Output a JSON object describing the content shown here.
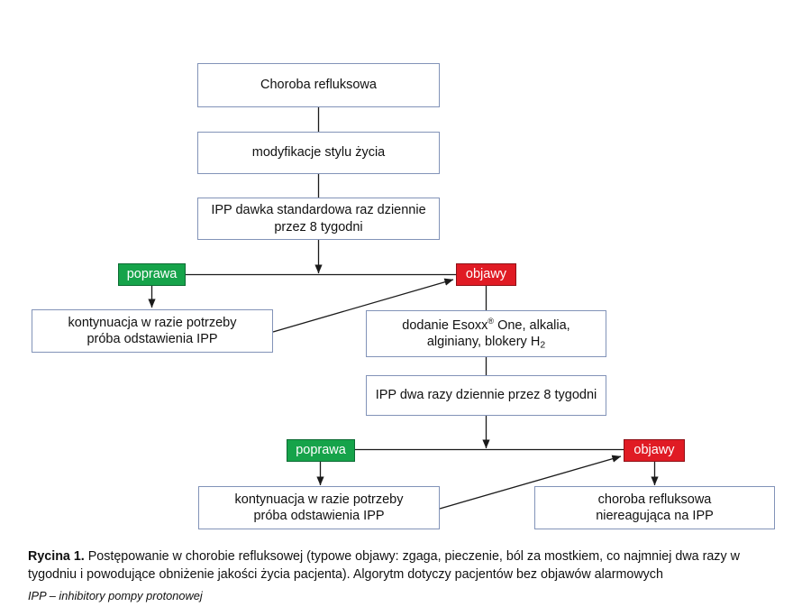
{
  "figure": {
    "title_label": "Rycina 1.",
    "caption_text": " Postępowanie w chorobie refluksowej (typowe objawy: zgaga, pieczenie, ból za mostkiem, co najmniej dwa razy w tygodniu i powodujące obniżenie jakości życia pacjenta). Algorytm dotyczy pacjentów bez objawów alarmowych",
    "footnote": "IPP – inhibitory pompy protonowej"
  },
  "colors": {
    "box_border": "#8293b8",
    "green_fill": "#16a34a",
    "green_border": "#0c6b33",
    "red_fill": "#e01b24",
    "red_border": "#8f1016",
    "line": "#1a1a1a",
    "background": "#ffffff"
  },
  "flowchart": {
    "type": "flowchart",
    "nodes": [
      {
        "id": "n1",
        "label": "Choroba refluksowa",
        "kind": "plain"
      },
      {
        "id": "n2",
        "label": "modyfikacje stylu życia",
        "kind": "plain"
      },
      {
        "id": "n3",
        "label": "IPP dawka standardowa raz dziennie\nprzez 8 tygodni",
        "kind": "plain"
      },
      {
        "id": "n4",
        "label": "poprawa",
        "kind": "green"
      },
      {
        "id": "n5",
        "label": "objawy",
        "kind": "red"
      },
      {
        "id": "n6",
        "label": "kontynuacja w razie potrzeby\npróba odstawienia IPP",
        "kind": "plain"
      },
      {
        "id": "n7",
        "label": "dodanie Esoxx® One, alkalia,\nalginiany, blokery H2",
        "kind": "plain"
      },
      {
        "id": "n8",
        "label": "IPP dwa razy dziennie przez 8 tygodni",
        "kind": "plain"
      },
      {
        "id": "n9",
        "label": "poprawa",
        "kind": "green"
      },
      {
        "id": "n10",
        "label": "objawy",
        "kind": "red"
      },
      {
        "id": "n11",
        "label": "kontynuacja w razie potrzeby\npróba odstawienia IPP",
        "kind": "plain"
      },
      {
        "id": "n12",
        "label": "choroba refluksowa\nniereagująca na IPP",
        "kind": "plain"
      }
    ],
    "edges": [
      {
        "from": "n1",
        "to": "n2"
      },
      {
        "from": "n2",
        "to": "n3"
      },
      {
        "from": "n3",
        "to": "branch1"
      },
      {
        "from": "n4",
        "to": "n6"
      },
      {
        "from": "n5",
        "to": "n7"
      },
      {
        "from": "n6",
        "to": "n5"
      },
      {
        "from": "n7",
        "to": "n8"
      },
      {
        "from": "n8",
        "to": "branch2"
      },
      {
        "from": "n9",
        "to": "n11"
      },
      {
        "from": "n10",
        "to": "n12"
      },
      {
        "from": "n11",
        "to": "n10"
      }
    ]
  }
}
